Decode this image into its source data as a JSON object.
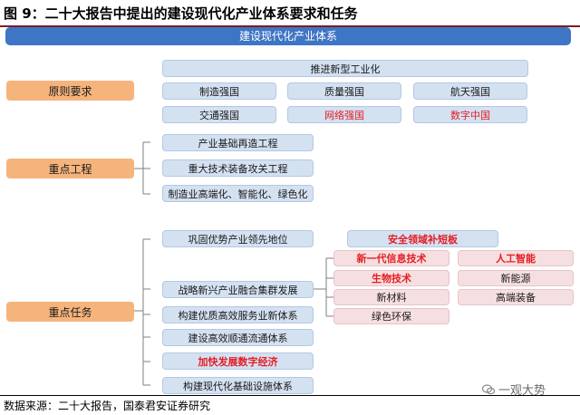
{
  "title": "图 9：二十大报告中提出的建设现代化产业体系要求和任务",
  "banner": "建设现代化产业体系",
  "principles": {
    "label": "原则要求",
    "header": "推进新型工业化",
    "items": [
      "制造强国",
      "质量强国",
      "航天强国",
      "交通强国",
      "网络强国",
      "数字中国"
    ]
  },
  "projects": {
    "label": "重点工程",
    "items": [
      "产业基础再造工程",
      "重大技术装备攻关工程",
      "制造业高端化、智能化、绿色化"
    ]
  },
  "tasks": {
    "label": "重点任务",
    "items": [
      "巩固优势产业领先地位",
      "战略新兴产业融合集群发展",
      "构建优质高效服务业新体系",
      "建设高效顺通流通体系",
      "加快发展数字经济",
      "构建现代化基础设施体系"
    ],
    "security": "安全领域补短板",
    "emerging": [
      "新一代信息技术",
      "人工智能",
      "生物技术",
      "新能源",
      "新材料",
      "高端装备",
      "绿色环保"
    ]
  },
  "source": "数据来源：二十大报告，国泰君安证券研究",
  "watermark": "一观大势",
  "colors": {
    "banner": "#3e75c4",
    "box": "#d4e1f1",
    "category": "#f6b47d",
    "highlight_text": "#e51c24",
    "pink_box": "#f6dfe0"
  }
}
